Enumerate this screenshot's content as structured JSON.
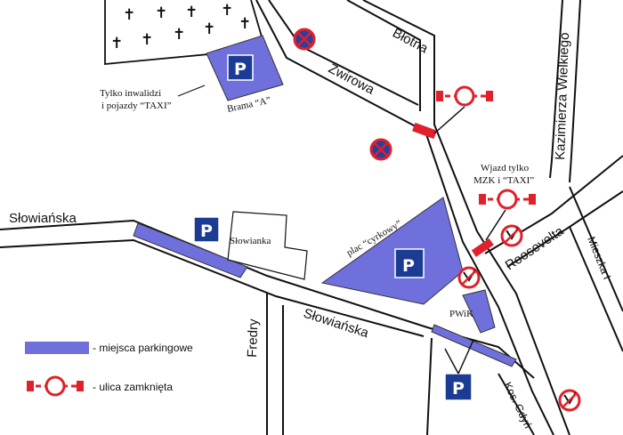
{
  "streets": {
    "blotna": "Błotna",
    "zwirowa": "Żwirowa",
    "kazimierza": "Kazimierza Wielkiego",
    "slowianska_left": "Słowiańska",
    "slowianska_mid": "Słowiańska",
    "roosevelta": "Roosevelta",
    "mieszka": "Mieszka I",
    "fredry": "Fredry",
    "kos_gdyn": "Kos. Gdyń"
  },
  "labels": {
    "disabled_line1": "Tylko inwalidzi",
    "disabled_line2": "i pojazdy “TAXI”",
    "gate": "Brama “A”",
    "entry_line1": "Wjazd tylko",
    "entry_line2": "MZK i “TAXI”",
    "building_slowianka": "Słowianka",
    "square": "plac “cyrkowy”",
    "building_pwik": "PWiK"
  },
  "parking_symbol": "P",
  "cemetery_cross": "✝",
  "legend": {
    "parking": "- miejsca parkingowe",
    "closed": "- ulica zamknięta"
  },
  "colors": {
    "parking_area": "#7070dd",
    "parking_sign": "#1c3c94",
    "closure_red": "#e0202a",
    "no_stopping_blue": "#2a3fa0",
    "road_outline": "#111111"
  }
}
